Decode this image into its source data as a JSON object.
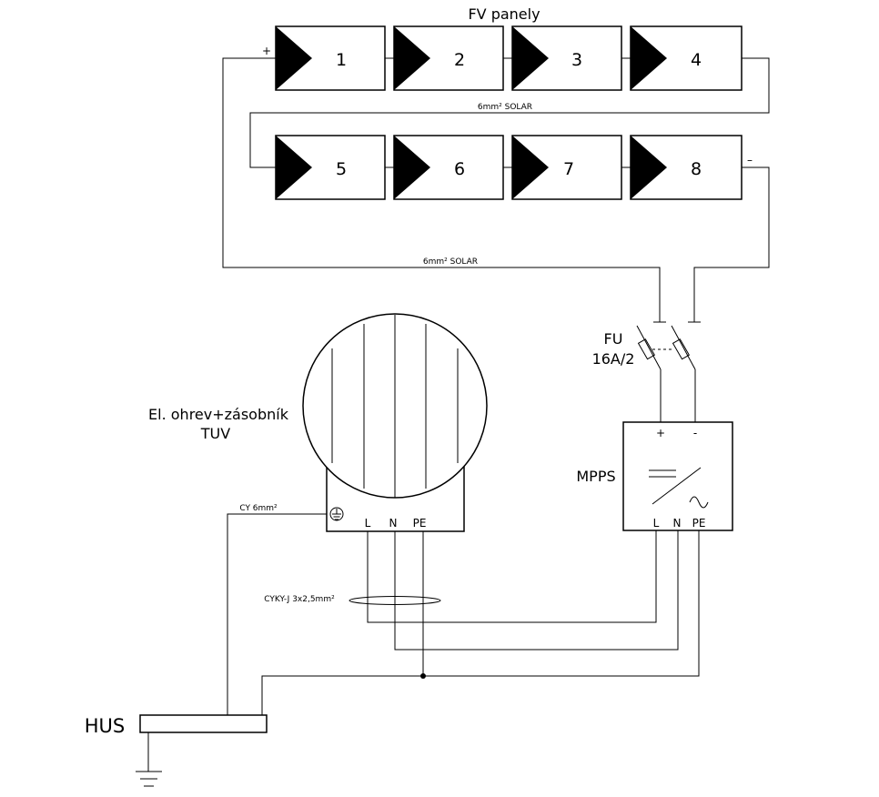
{
  "title": "FV panely",
  "panels": [
    "1",
    "2",
    "3",
    "4",
    "5",
    "6",
    "7",
    "8"
  ],
  "polarity": {
    "plus": "+",
    "minus": "–"
  },
  "cable_solar_1": "6mm² SOLAR",
  "cable_solar_2": "6mm² SOLAR",
  "fuse": {
    "label": "FU",
    "rating": "16A/2"
  },
  "mpps": {
    "label": "MPPS",
    "in_plus": "+",
    "in_minus": "-",
    "out_terminals": [
      "L",
      "N",
      "PE"
    ]
  },
  "heater": {
    "label_line1": "El. ohrev+zásobník",
    "label_line2": "TUV",
    "terminals": [
      "L",
      "N",
      "PE"
    ]
  },
  "cable_cy": "CY 6mm²",
  "cable_cyky": "CYKY-J 3x2,5mm²",
  "hus": "HUS"
}
